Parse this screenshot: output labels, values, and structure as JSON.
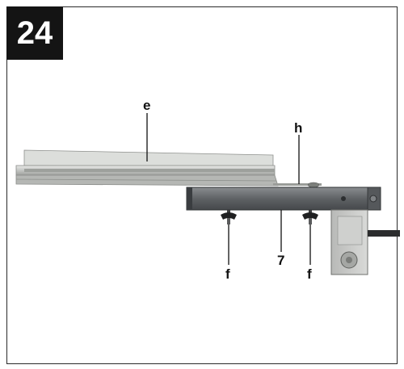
{
  "figure": {
    "number": "24"
  },
  "callouts": {
    "e": "e",
    "h": "h",
    "f_left": "f",
    "seven": "7",
    "f_right": "f"
  },
  "colors": {
    "rail": "#c9cbc8",
    "bracket": "#6a6d70",
    "frame": "#2a2a2a",
    "badge": "#141414"
  }
}
